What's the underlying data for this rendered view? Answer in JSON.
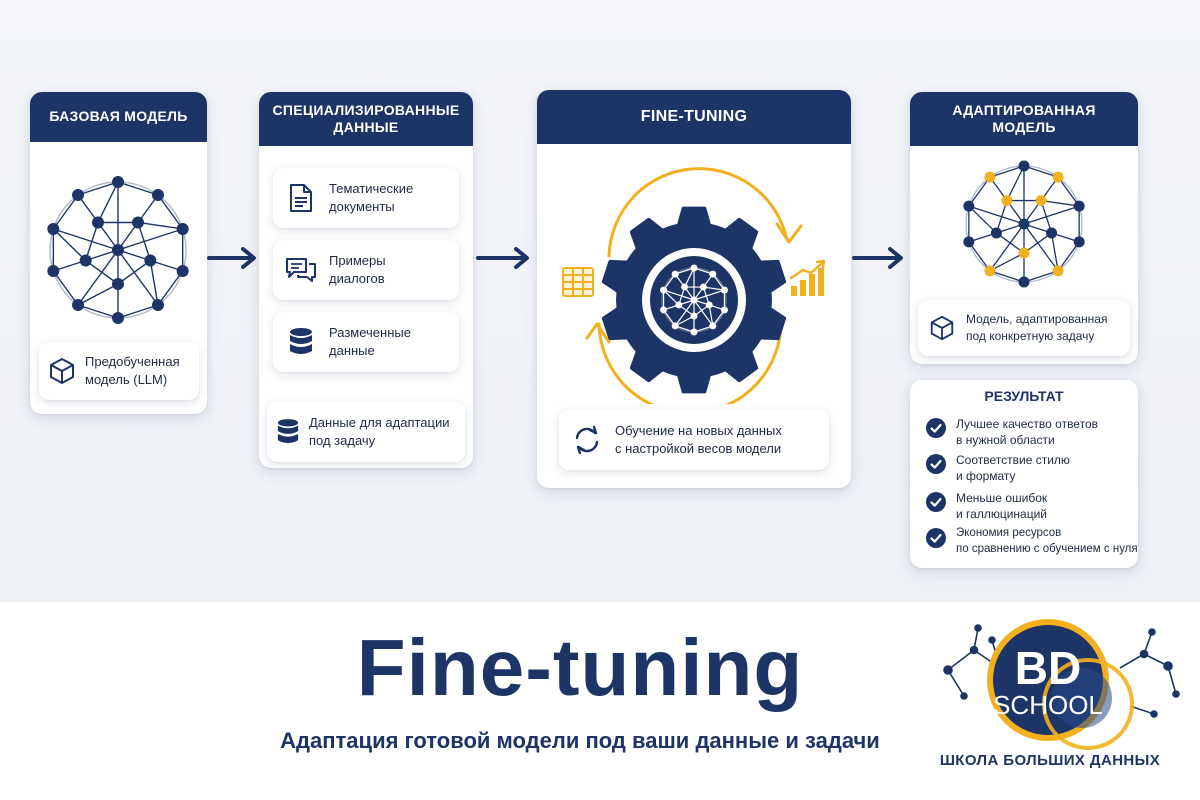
{
  "colors": {
    "navy": "#1d3466",
    "gold": "#f2b01e",
    "bg": "#f2f4f8"
  },
  "base_model": {
    "title": "БАЗОВАЯ МОДЕЛЬ",
    "tile_text": "Предобученная\nмодель (LLM)",
    "icon": "cube-icon"
  },
  "specialized_data": {
    "title": "СПЕЦИАЛИЗИРОВАННЫЕ\nДАННЫЕ",
    "items": [
      {
        "text": "Тематические\nдокументы",
        "icon": "document-icon"
      },
      {
        "text": "Примеры\nдиалогов",
        "icon": "chat-icon"
      },
      {
        "text": "Размеченные\nданные",
        "icon": "database-icon"
      }
    ],
    "footer_text": "Данные для адаптации\nпод задачу",
    "footer_icon": "database-icon"
  },
  "fine_tuning": {
    "title": "FINE-TUNING",
    "caption": "Обучение на новых данных\nс настройкой весов модели",
    "icons": [
      "table-icon",
      "gear-icon",
      "bar-chart-icon",
      "refresh-icon"
    ]
  },
  "adapted_model": {
    "title": "АДАПТИРОВАННАЯ\nМОДЕЛЬ",
    "tile_text": "Модель, адаптированная\nпод конкретную задачу",
    "icon": "cube-icon"
  },
  "result": {
    "title": "РЕЗУЛЬТАТ",
    "items": [
      "Лучшее качество ответов\nв нужной области",
      "Соответствие стилю\nи формату",
      "Меньше ошибок\nи галлюцинаций",
      "Экономия ресурсов\nпо сравнению с обучением с нуля"
    ]
  },
  "banner": {
    "title": "Fine-tuning",
    "subtitle": "Адаптация готовой модели под ваши данные и задачи"
  },
  "logo": {
    "line1": "BD",
    "line2": "SCHOOL",
    "caption": "ШКОЛА БОЛЬШИХ ДАННЫХ"
  }
}
